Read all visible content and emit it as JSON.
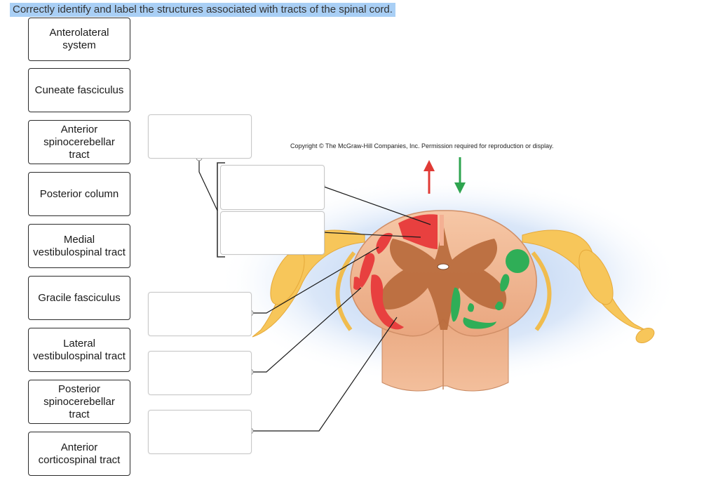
{
  "question": {
    "prompt": "Correctly identify and label the structures associated with tracts of the spinal cord."
  },
  "label_bank": [
    "Anterolateral system",
    "Cuneate fasciculus",
    "Anterior spinocerebellar tract",
    "Posterior column",
    "Medial vestibulospinal tract",
    "Gracile fasciculus",
    "Lateral vestibulospinal tract",
    "Posterior spinocerebellar tract",
    "Anterior corticospinal tract"
  ],
  "figure": {
    "copyright": "Copyright © The McGraw-Hill Companies, Inc. Permission required for reproduction or display.",
    "colors": {
      "ascending_tract": "#e8403f",
      "descending_tract": "#2fae57",
      "white_matter": "#f2b58f",
      "gray_matter": "#b86a3c",
      "nerve": "#f7c65a",
      "glow": "#a9c6ee"
    },
    "arrows": [
      {
        "name": "ascending-arrow",
        "direction": "up",
        "color": "#e03a35"
      },
      {
        "name": "descending-arrow",
        "direction": "down",
        "color": "#2ea44f"
      }
    ]
  },
  "drop_zones": [
    {
      "id": "zone-1",
      "value": ""
    },
    {
      "id": "zone-2",
      "value": ""
    },
    {
      "id": "zone-3",
      "value": ""
    },
    {
      "id": "zone-4",
      "value": ""
    },
    {
      "id": "zone-5",
      "value": ""
    },
    {
      "id": "zone-6",
      "value": ""
    }
  ]
}
